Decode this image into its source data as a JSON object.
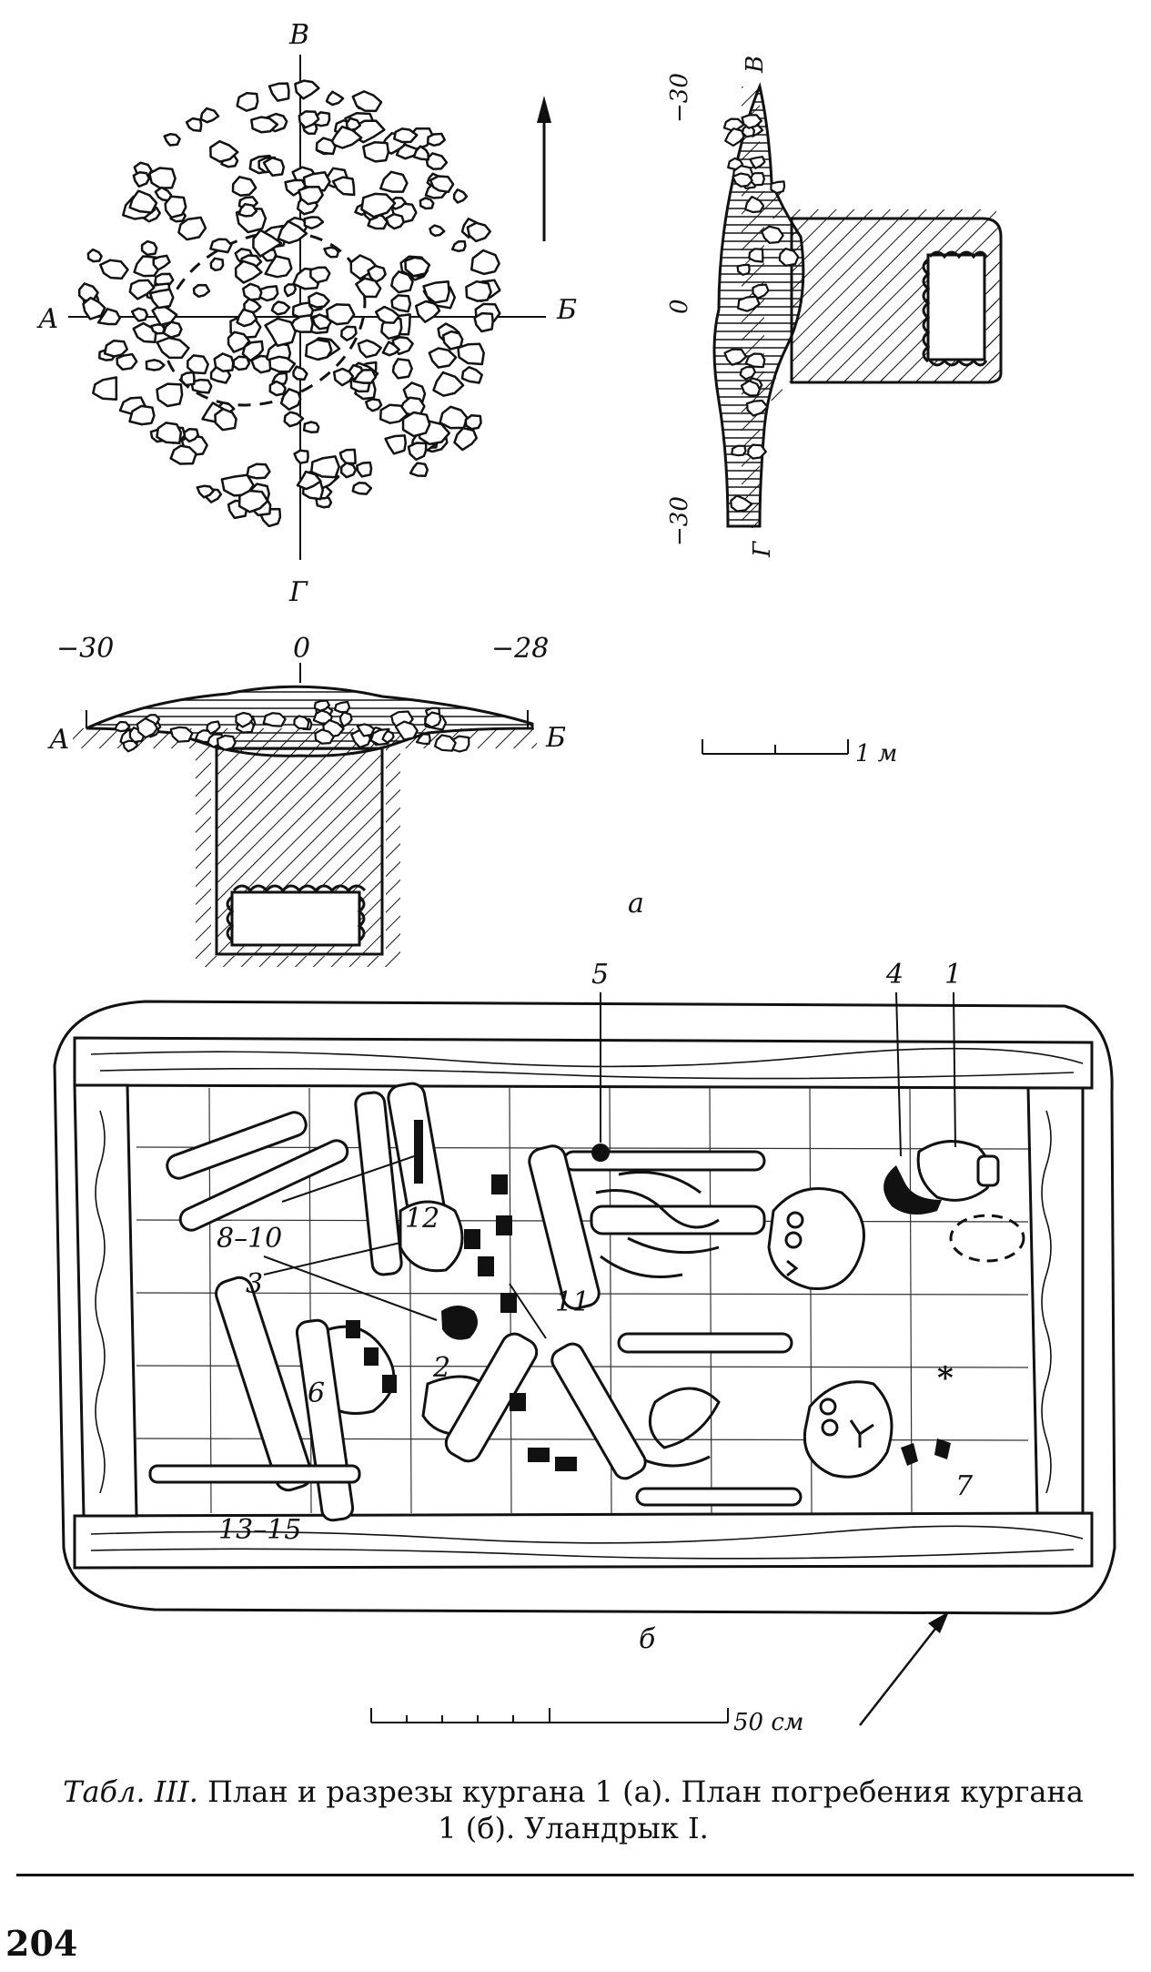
{
  "plan_a": {
    "dir_top": "В",
    "dir_bottom": "Г",
    "dir_left": "А",
    "dir_right": "Б"
  },
  "section_vg": {
    "top_depth": "−30",
    "zero": "0",
    "bottom_depth": "−30",
    "letter_top": "В",
    "letter_bottom": "Г"
  },
  "section_ab": {
    "left_depth": "−30",
    "zero": "0",
    "right_depth": "−28",
    "letter_left": "А",
    "letter_right": "Б"
  },
  "scale_a": {
    "label": "1 м"
  },
  "panel_letter_a": "а",
  "burial_plan": {
    "labels": {
      "n1": "1",
      "n2": "2",
      "n3": "3",
      "n4": "4",
      "n5": "5",
      "n6": "6",
      "n7": "7",
      "n8_10": "8–10",
      "n11": "11",
      "n12": "12",
      "n13_15": "13–15"
    }
  },
  "panel_letter_b": "б",
  "scale_b": {
    "label": "50 см"
  },
  "caption": {
    "table_no": "Табл. III.",
    "line1": "План и разрезы кургана 1 (а). План погребения кургана",
    "line2": "1 (б). Уландрык I."
  },
  "page_number": "204"
}
